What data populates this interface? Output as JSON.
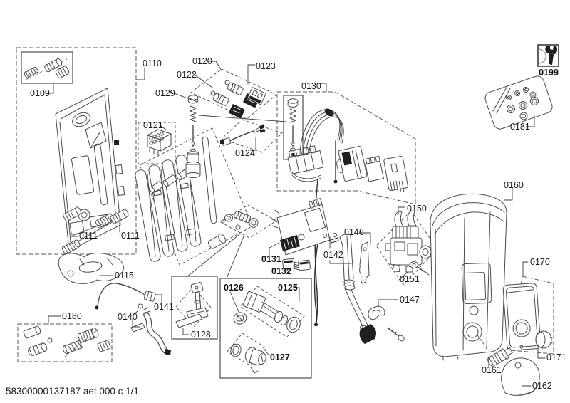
{
  "page": {
    "background_color": "#ffffff",
    "line_color": "#4a4a4a",
    "text_color": "#1b1b1b",
    "footer_text": "58300000137187 aet 000 c 1/1"
  },
  "diagram": {
    "type": "exploded-spare-parts-diagram",
    "icons": {
      "service_kit": "wrench-icon"
    },
    "callouts": {
      "c0109": "0109",
      "c0110": "0110",
      "c0111_left": "0111",
      "c0111_right": "0111",
      "c0115": "0115",
      "c0120": "0120",
      "c0121": "0121",
      "c0122": "0122",
      "c0123": "0123",
      "c0124": "0124",
      "c0125": "0125",
      "c0126": "0126",
      "c0127": "0127",
      "c0128": "0128",
      "c0129": "0129",
      "c0130": "0130",
      "c0131": "0131",
      "c0132": "0132",
      "c0140": "0140",
      "c0141": "0141",
      "c0142": "0142",
      "c0146": "0146",
      "c0147": "0147",
      "c0150": "0150",
      "c0151": "0151",
      "c0160": "0160",
      "c0161": "0161",
      "c0162": "0162",
      "c0170": "0170",
      "c0171": "0171",
      "c0180": "0180",
      "c0181": "0181",
      "c0199": "0199"
    }
  }
}
